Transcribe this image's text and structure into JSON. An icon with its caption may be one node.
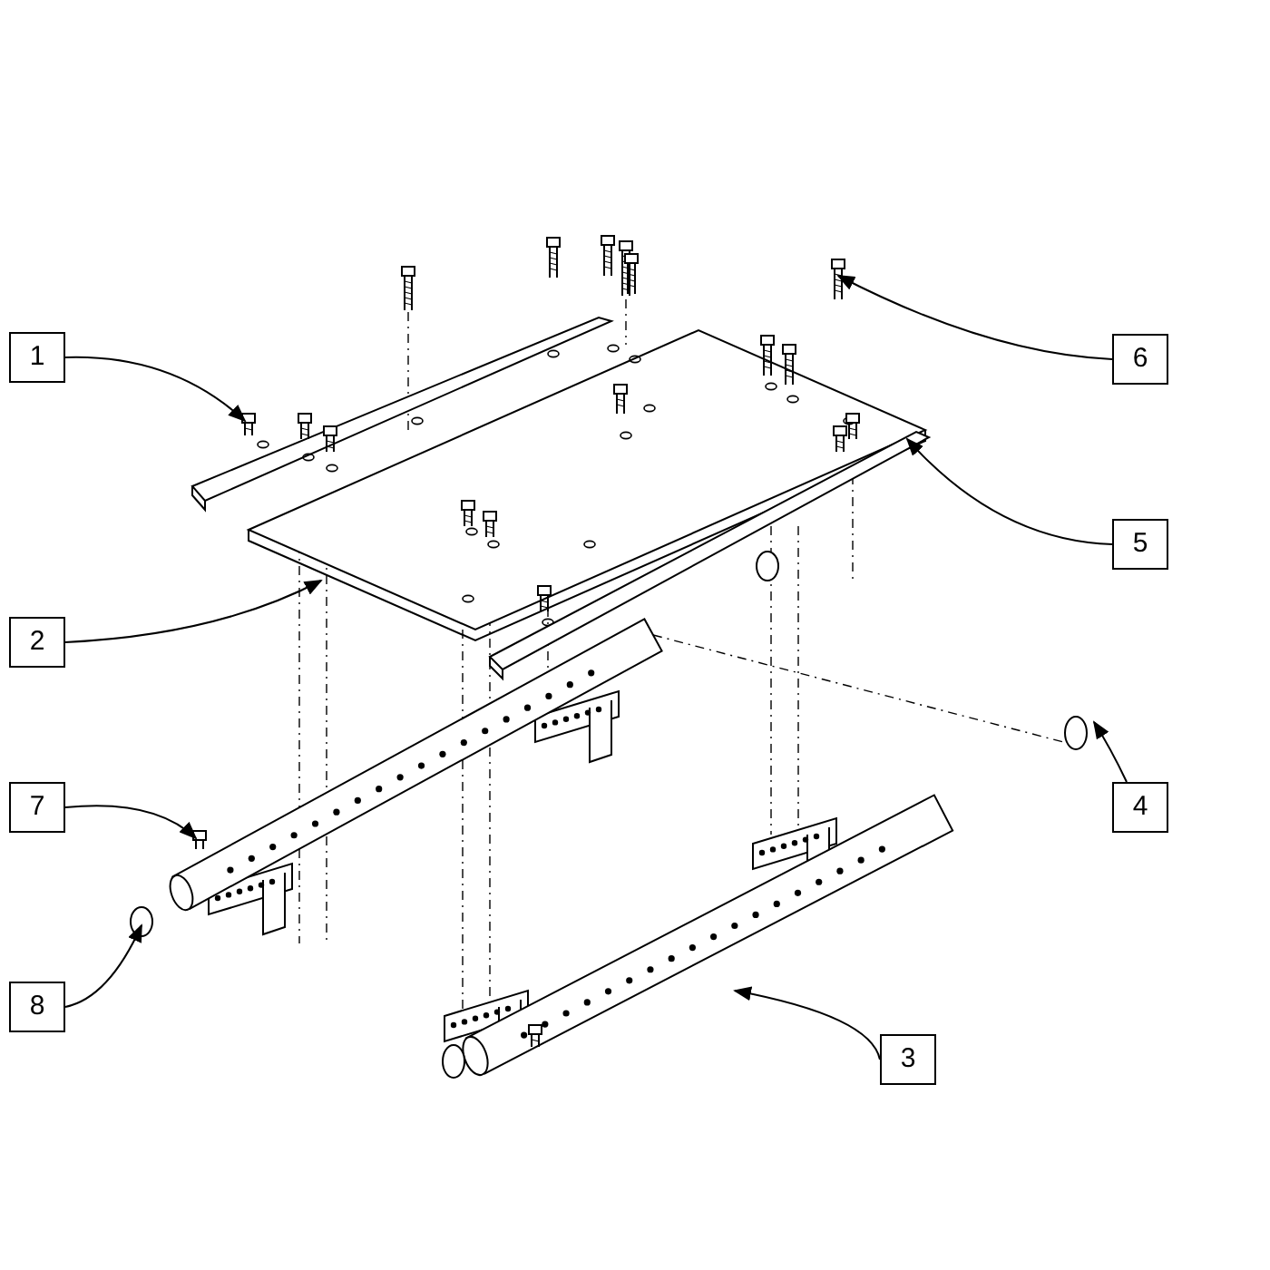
{
  "diagram": {
    "nodes": [
      {
        "text": [
          "1"
        ]
      },
      {
        "text": [
          "6"
        ]
      },
      {
        "text": [
          "5"
        ]
      },
      {
        "text": [
          "2"
        ]
      },
      {
        "text": [
          "7"
        ]
      },
      {
        "text": [
          "4"
        ]
      },
      {
        "text": [
          "8"
        ]
      },
      {
        "text": [
          "3"
        ]
      }
    ],
    "edges": [
      {
        "from": 0,
        "to": null,
        "arrow": "to"
      },
      {
        "from": 1,
        "to": null,
        "arrow": "to"
      },
      {
        "from": 2,
        "to": null,
        "arrow": "to"
      },
      {
        "from": 3,
        "to": null,
        "arrow": "to"
      },
      {
        "from": 4,
        "to": null,
        "arrow": "to"
      },
      {
        "from": 5,
        "to": null,
        "arrow": "to"
      },
      {
        "from": 6,
        "to": null,
        "arrow": "to"
      },
      {
        "from": 7,
        "to": null,
        "arrow": "to"
      }
    ]
  }
}
